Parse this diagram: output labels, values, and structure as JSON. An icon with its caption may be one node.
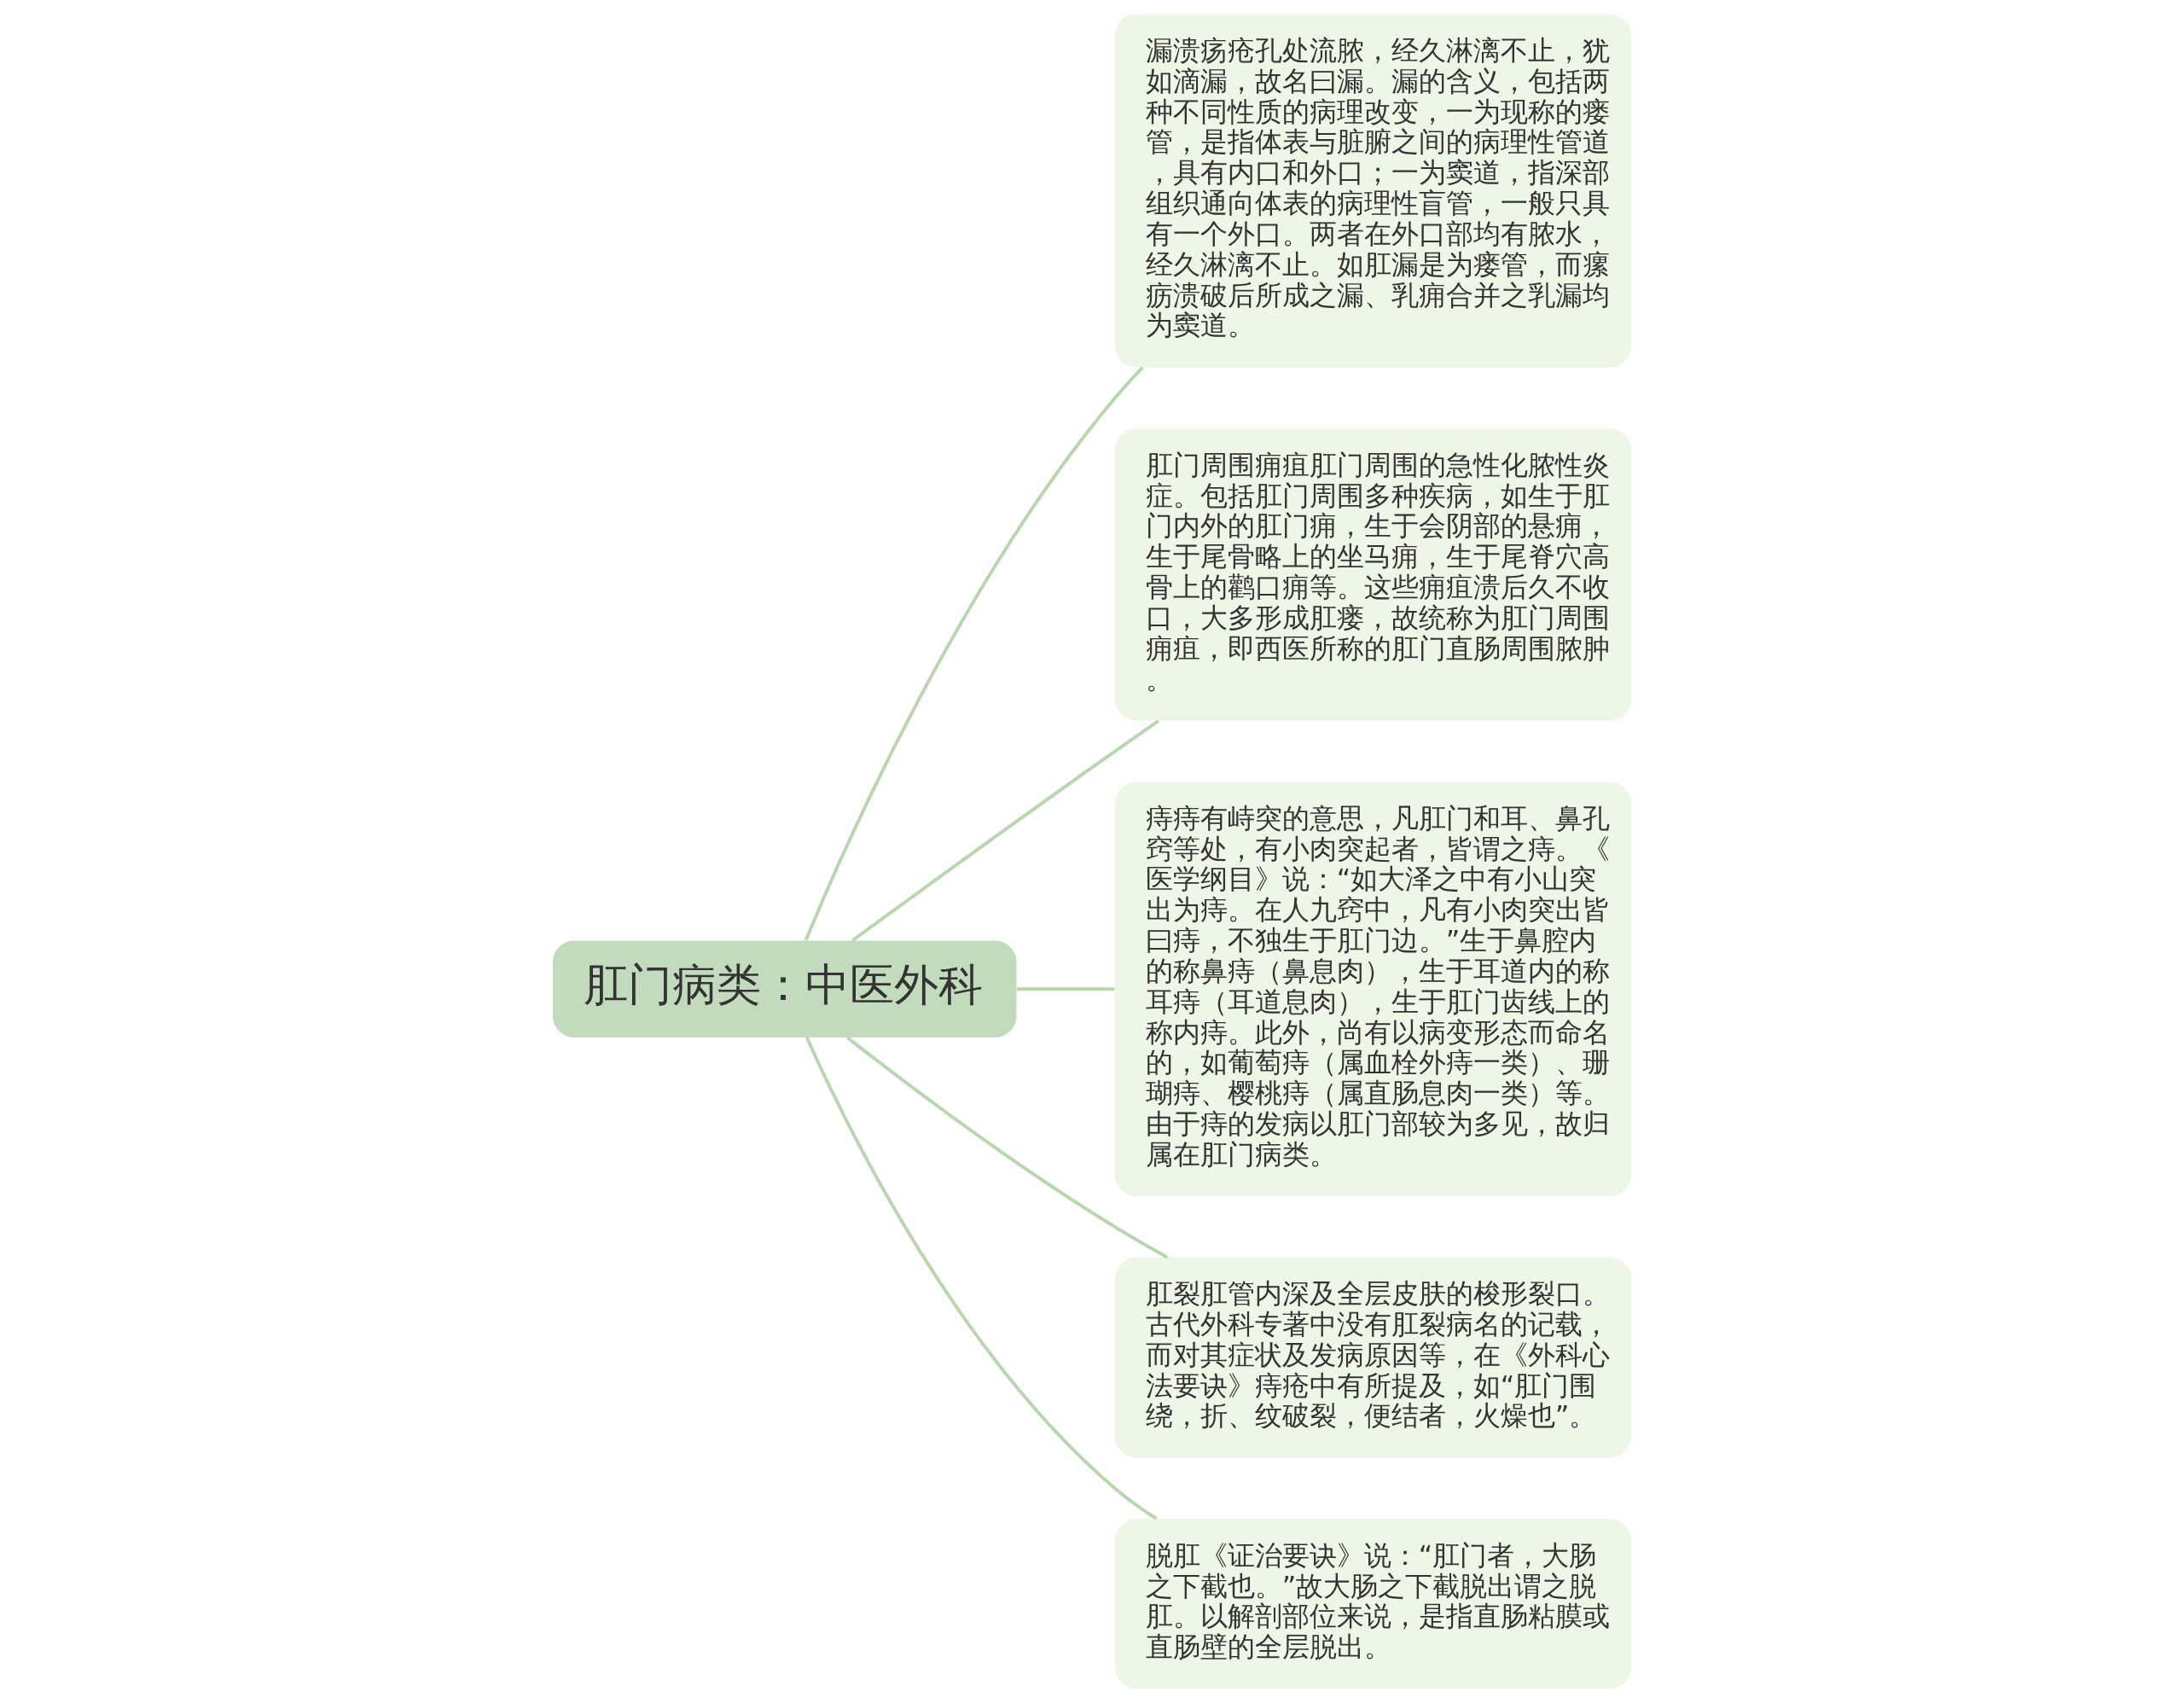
{
  "diagram": {
    "nodes": [
      {
        "text": [
          "肛门病类：中医外科"
        ]
      },
      {
        "text": [
          "漏溃疡疮孔处流脓，经久淋漓不止，犹如滴漏，故名曰漏。漏的含义，包括两种不同性质的病理改变，一为现称的瘘管，是指体表与脏腑之间的病理性管道，具有内口和外口；一为窦道，指深部组织通向体表的病理性盲管，一般只具有一个外口。两者在外口部均有脓水，经久淋漓不止。如肛漏是为瘘管，而瘰疬溃破后所成之漏、乳痈合并之乳漏均为窦道。"
        ]
      },
      {
        "text": [
          "肛门周围痈疽肛门周围的急性化脓性炎症。包括肛门周围多种疾病，如生于肛门内外的肛门痈，生于会阴部的悬痈，生于尾骨略上的坐马痈，生于尾脊穴高骨上的鹳口痈等。这些痈疽溃后久不收口，大多形成肛瘘，故统称为肛门周围痈疽，即西医所称的肛门直肠周围脓肿。"
        ]
      },
      {
        "text": [
          "痔痔有峙突的意思，凡肛门和耳、鼻孔窍等处，有小肉突起者，皆谓之痔。《医学纲目》说：“如大泽之中有小山突出为痔。在人九窍中，凡有小肉突出皆曰痔，不独生于肛门边。”生于鼻腔内的称鼻痔（鼻息肉），生于耳道内的称耳痔（耳道息肉），生于肛门齿线上的称内痔。此外，尚有以病变形态而命名的，如葡萄痔（属血栓外痔一类）、珊瑚痔、樱桃痔（属直肠息肉一类）等。由于痔的发病以肛门部较为多见，故归属在肛门病类。"
        ]
      },
      {
        "text": [
          "肛裂肛管内深及全层皮肤的梭形裂口。古代外科专著中没有肛裂病名的记载，而对其症状及发病原因等，在《外科心法要诀》痔疮中有所提及，如“肛门围绕，折、纹破裂，便结者，火燥也”。"
        ]
      },
      {
        "text": [
          "脱肛《证治要诀》说：“肛门者，大肠之下截也。”故大肠之下截脱出谓之脱肛。以解剖部位来说，是指直肠粘膜或直肠壁的全层脱出。"
        ]
      }
    ],
    "edges": [
      {
        "from": 0,
        "to": 1,
        "arrow": "none"
      },
      {
        "from": 0,
        "to": 2,
        "arrow": "none"
      },
      {
        "from": 0,
        "to": 3,
        "arrow": "none"
      },
      {
        "from": 0,
        "to": 4,
        "arrow": "none"
      },
      {
        "from": 0,
        "to": 5,
        "arrow": "none"
      }
    ]
  }
}
